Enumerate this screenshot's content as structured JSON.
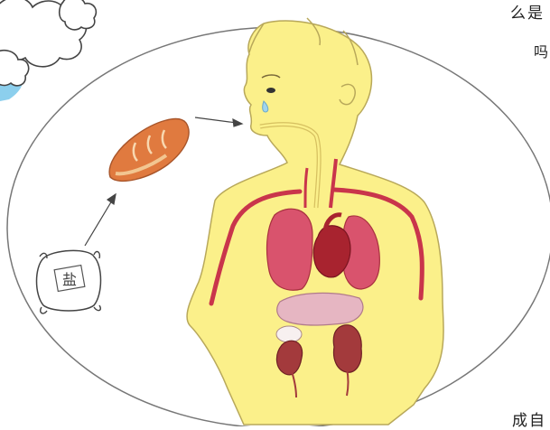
{
  "packet": {
    "label": "盐"
  },
  "margin_text": {
    "top_right": "么是",
    "top_right_partial": "吗",
    "bottom_right": "成自"
  },
  "colors": {
    "skin": "#fbf08a",
    "skin_outline": "#b8a85a",
    "vessel": "#c9354b",
    "lung": "#d9536d",
    "heart": "#a8232f",
    "liver": "#e6b6c2",
    "kidney": "#a33a3c",
    "bread": "#e07a3f",
    "sky": "#6fc3e8"
  }
}
